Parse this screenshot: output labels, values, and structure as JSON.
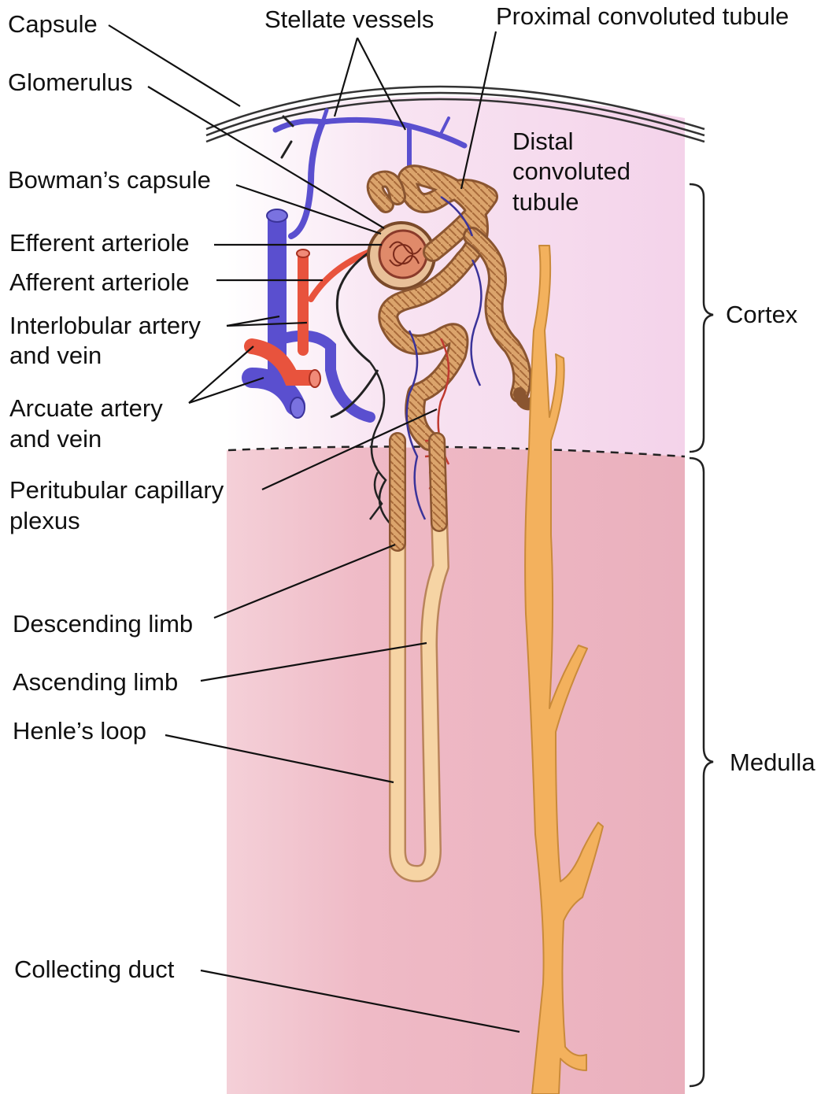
{
  "labels": {
    "capsule": "Capsule",
    "stellate_vessels": "Stellate vessels",
    "proximal_tubule": "Proximal convoluted tubule",
    "glomerulus": "Glomerulus",
    "distal_1": "Distal",
    "distal_2": "convoluted",
    "distal_3": "tubule",
    "bowmans": "Bowman’s capsule",
    "efferent": "Efferent arteriole",
    "afferent": "Afferent arteriole",
    "interlobular_1": "Interlobular artery",
    "interlobular_2": "and vein",
    "arcuate_1": "Arcuate artery",
    "arcuate_2": "and vein",
    "peritubular_1": "Peritubular capillary",
    "peritubular_2": "plexus",
    "descending": "Descending limb",
    "ascending": "Ascending limb",
    "henle": "Henle’s loop",
    "collecting": "Collecting duct",
    "cortex": "Cortex",
    "medulla": "Medulla"
  },
  "colors": {
    "cortex_region": "#f6dbee",
    "medulla_region": "#efb9c5",
    "tubule": "#d9a06a",
    "tubule_light": "#f6d4a4",
    "collecting_duct": "#f3b15d",
    "artery": "#e8533d",
    "vein": "#5a4fcf",
    "text": "#111111"
  }
}
